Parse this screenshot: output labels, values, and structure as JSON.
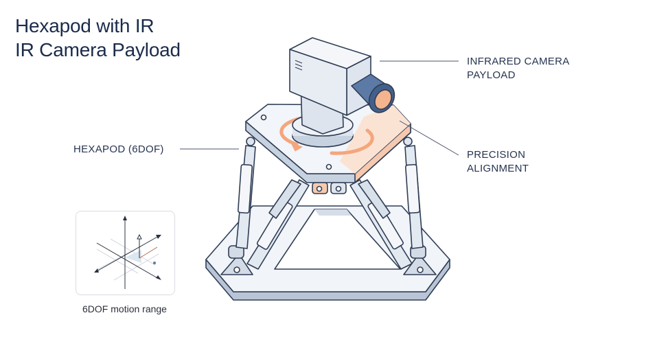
{
  "title": {
    "line1": "Hexapod with IR",
    "line2": "IR Camera Payload"
  },
  "labels": {
    "camera_line1": "INFRARED CAMERA",
    "camera_line2": "PAYLOAD",
    "hexapod": "HEXAPOD (6DOF)",
    "precision_line1": "PRECISION",
    "precision_line2": "ALIGNMENT"
  },
  "inset": {
    "caption": "6DOF motion range"
  },
  "colors": {
    "navy": "#1b2b4b",
    "steel": "#c9d3e0",
    "outline": "#2f3d55",
    "accent": "#f4a67c",
    "lens": "#5c7aa6"
  }
}
